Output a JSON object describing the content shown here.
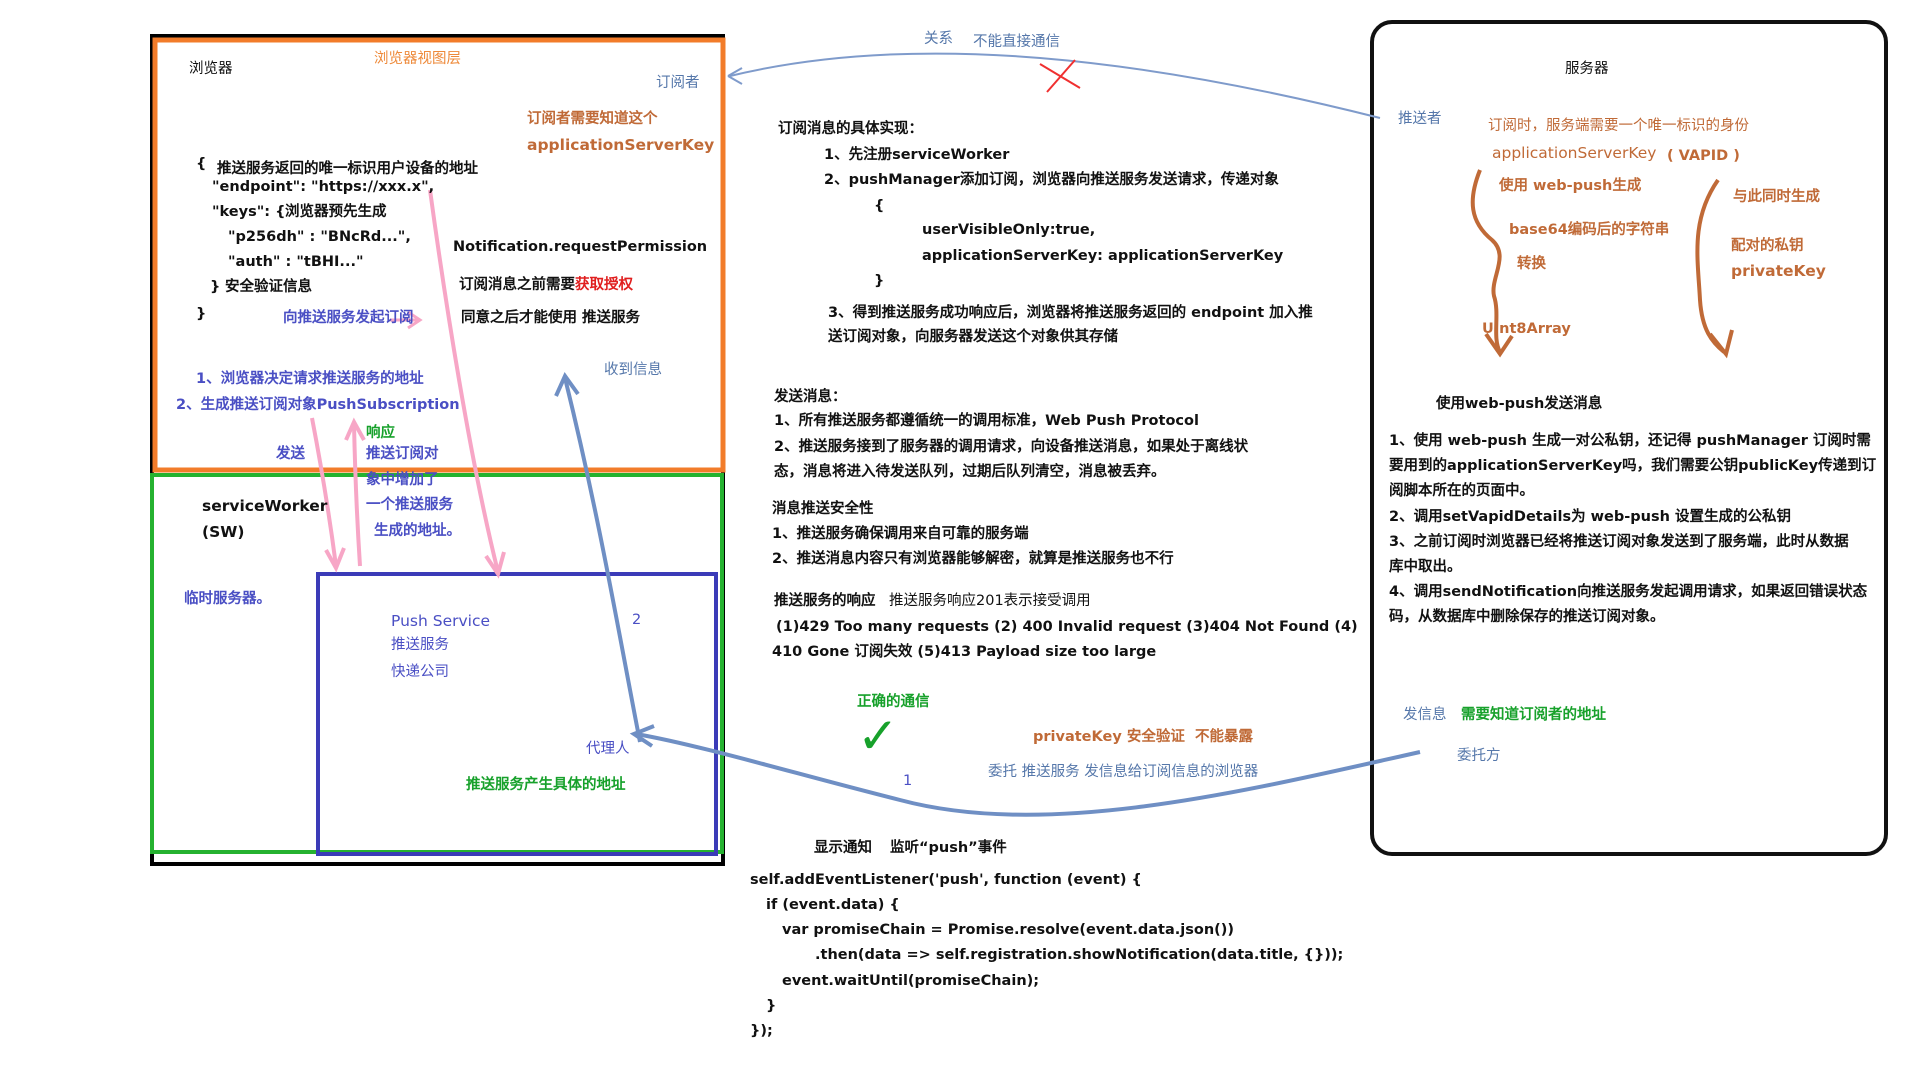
{
  "browser": {
    "title": "浏览器",
    "viewport_layer": "浏览器视图层",
    "subscriber": "订阅者",
    "need_know_1": "订阅者需要知道这个",
    "need_know_2": "applicationServerKey",
    "obj": [
      "{",
      "推送服务返回的唯一标识用户设备的地址",
      "\"endpoint\": \"https://xxx.x\",",
      "\"keys\": {",
      "浏览器预先生成",
      "\"p256dh\" : \"BNcRd...\",",
      "\"auth\"   : \"tBHI...\"",
      "}",
      "安全验证信息",
      "}"
    ],
    "notif_perm": "Notification.requestPermission",
    "need_auth_prefix": "订阅消息之前需要",
    "need_auth_red": "获取授权",
    "after_agree": "同意之后才能使用 推送服务",
    "init_subscribe": "向推送服务发起订阅",
    "decide_1": "1、浏览器决定请求推送服务的地址",
    "decide_2": "2、生成推送订阅对象PushSubscription",
    "receive": "收到信息",
    "send": "发送",
    "respond": "响应",
    "resp_lines": [
      "推送订阅对",
      "象中增加了",
      "一个推送服务",
      "生成的地址。"
    ]
  },
  "sw": {
    "title_1": "serviceWorker",
    "title_2": "(SW)",
    "temp_server": "临时服务器。"
  },
  "push_service": {
    "lines": [
      "Push Service",
      "推送服务",
      "快递公司"
    ],
    "agent": "代理人",
    "address": "推送服务产生具体的地址",
    "two": "2"
  },
  "relation": {
    "label": "关系",
    "no_direct": "不能直接通信",
    "pusher": "推送者"
  },
  "impl": {
    "title": "订阅消息的具体实现：",
    "step1": "1、先注册serviceWorker",
    "step2": "2、pushManager添加订阅，浏览器向推送服务发送请求，传递对象",
    "brace_open": "{",
    "uvo": "userVisibleOnly:true,",
    "ask": "applicationServerKey:   applicationServerKey",
    "brace_close": "}",
    "step3_1": "3、得到推送服务成功响应后，浏览器将推送服务返回的 endpoint 加入推",
    "step3_2": "送订阅对象，向服务器发送这个对象供其存储"
  },
  "send_msg": {
    "title": "发送消息：",
    "l1": "1、所有推送服务都遵循统一的调用标准，Web Push Protocol",
    "l2": "2、推送服务接到了服务器的调用请求，向设备推送消息，如果处于离线状",
    "l3": "态，消息将进入待发送队列，过期后队列清空，消息被丢弃。"
  },
  "security": {
    "title": "消息推送安全性",
    "l1": "1、推送服务确保调用来自可靠的服务端",
    "l2": "2、推送消息内容只有浏览器能够解密，就算是推送服务也不行"
  },
  "response": {
    "title": "推送服务的响应",
    "sub": "推送服务响应201表示接受调用",
    "l1": "(1)429 Too many requests    (2) 400 Invalid request  (3)404 Not Found  (4)",
    "l2": "410 Gone 订阅失效  (5)413 Payload size too large"
  },
  "correct": {
    "label": "正确的通信",
    "check": "✓",
    "one": "1"
  },
  "middle": {
    "private_key": "privateKey 安全验证",
    "no_expose": "不能暴露",
    "delegate": "委托 推送服务 发信息给订阅信息的浏览器"
  },
  "code": {
    "title_a": "显示通知",
    "title_b": "监听“push”事件",
    "lines": [
      "self.addEventListener('push', function (event) {",
      "if (event.data) {",
      "var promiseChain = Promise.resolve(event.data.json())",
      ".then(data => self.registration.showNotification(data.title, {}));",
      "event.waitUntil(promiseChain);",
      "}",
      "});"
    ]
  },
  "server": {
    "title": "服务器",
    "sub_need": "订阅时，服务端需要一个唯一标识的身份",
    "ask": "applicationServerKey",
    "vapid": "( VAPID )",
    "use_webpush": "使用 web-push生成",
    "base64": "base64编码后的字符串",
    "convert": "转换",
    "uint8": "UInt8Array",
    "same_time": "与此同时生成",
    "pair_1": "配对的私钥",
    "pair_2": "privateKey",
    "send_title": "使用web-push发送消息",
    "p1_1": "1、使用 web-push 生成一对公私钥，还记得 pushManager 订阅时需",
    "p1_2": "要用到的applicationServerKey吗，我们需要公钥publicKey传递到订",
    "p1_3": "阅脚本所在的页面中。",
    "p2": "2、调用setVapidDetails为 web-push 设置生成的公私钥",
    "p3_1": "3、之前订阅时浏览器已经将推送订阅对象发送到了服务端，此时从数据",
    "p3_2": "库中取出。",
    "p4_1": "4、调用sendNotification向推送服务发起调用请求，如果返回错误状态",
    "p4_2": "码，从数据库中删除保存的推送订阅对象。",
    "send_info": "发信息",
    "need_addr": "需要知道订阅者的地址",
    "delegator": "委托方"
  },
  "colors": {
    "orange": "#ee8a3a",
    "green": "#20b22e",
    "navy": "#3c3cb8",
    "pink": "#f7a6c6",
    "steel": "#6f8fc4",
    "brown": "#c06a37"
  }
}
